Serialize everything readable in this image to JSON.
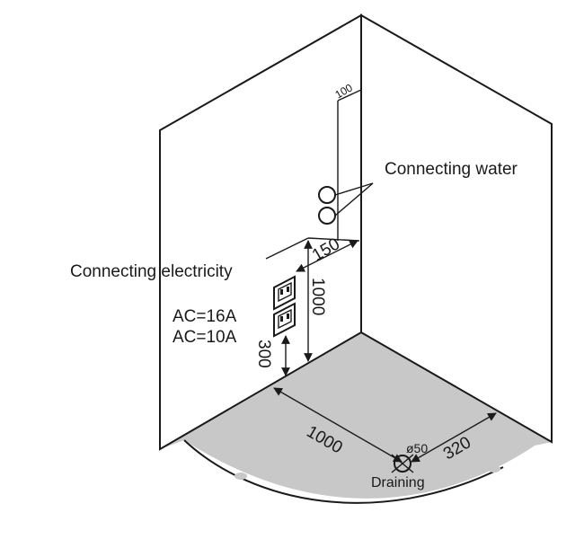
{
  "labels": {
    "connecting_water": "Connecting water",
    "connecting_electricity": "Connecting electricity",
    "ac_16": "AC=16A",
    "ac_10": "AC=10A",
    "draining": "Draining"
  },
  "dimensions": {
    "pipe_top": "100",
    "horizontal_offset": "150",
    "socket_height": "1000",
    "socket_base": "300",
    "floor_depth": "1000",
    "drain_offset": "320",
    "drain_diameter": "ø50"
  },
  "colors": {
    "floor": "#c8c8c8",
    "ink": "#1a1a1a",
    "wall": "#ffffff"
  }
}
